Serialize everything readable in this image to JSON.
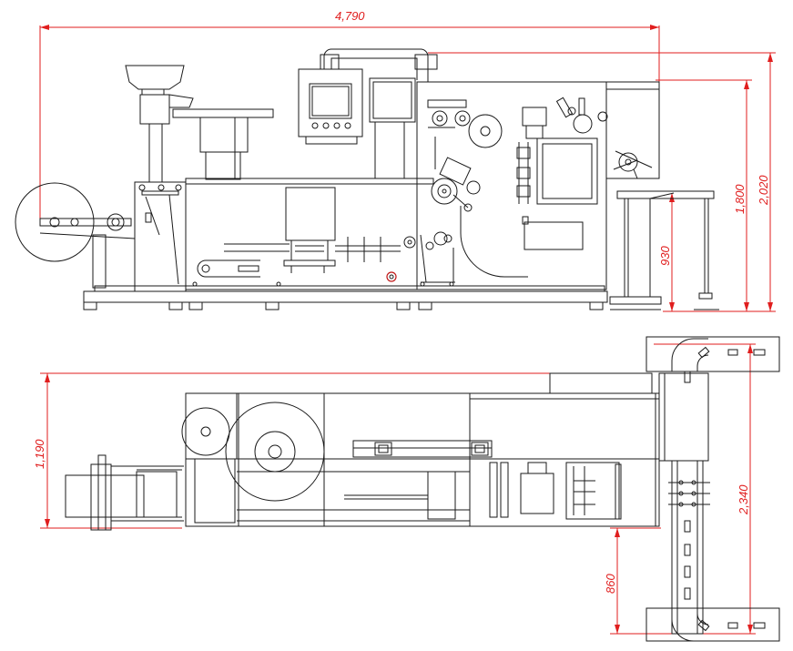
{
  "dimensions": {
    "total_length": "4,790",
    "total_height": "2,020",
    "height_1800": "1,800",
    "table_height": "930",
    "width_plan": "1,190",
    "conveyor_length": "2,340",
    "conveyor_offset": "860"
  },
  "colors": {
    "dimension": "#e01e1e",
    "outline": "#1a1a1a",
    "background": "#ffffff"
  }
}
